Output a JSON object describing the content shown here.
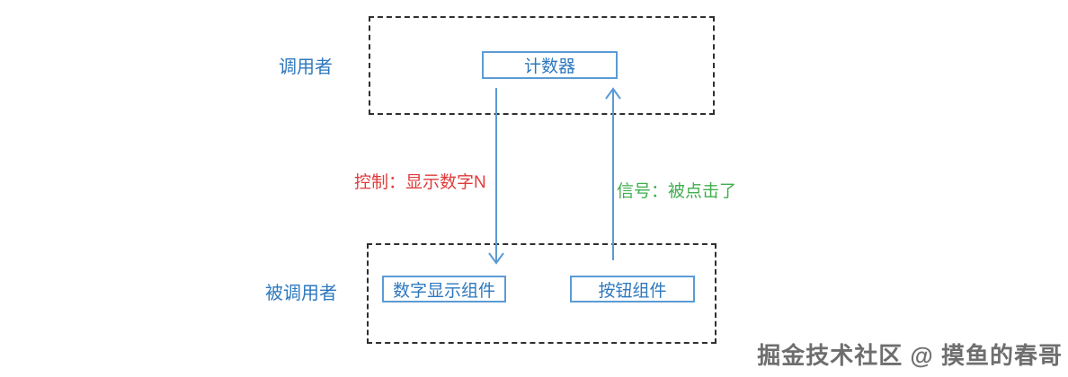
{
  "colors": {
    "blueText": "#2e78be",
    "blueBorder": "#5b9bd5",
    "arrow": "#5b9bd5",
    "dash": "#2f2f2f",
    "red": "#e03a3a",
    "green": "#3fae4e",
    "watermark": "#6e6e6e"
  },
  "diagram": {
    "caller": {
      "label": "调用者",
      "counter": "计数器"
    },
    "callee": {
      "label": "被调用者",
      "display_component": "数字显示组件",
      "button_component": "按钮组件"
    },
    "edges": {
      "control": "控制：显示数字N",
      "signal": "信号：被点击了"
    }
  },
  "watermark": "掘金技术社区 @ 摸鱼的春哥"
}
